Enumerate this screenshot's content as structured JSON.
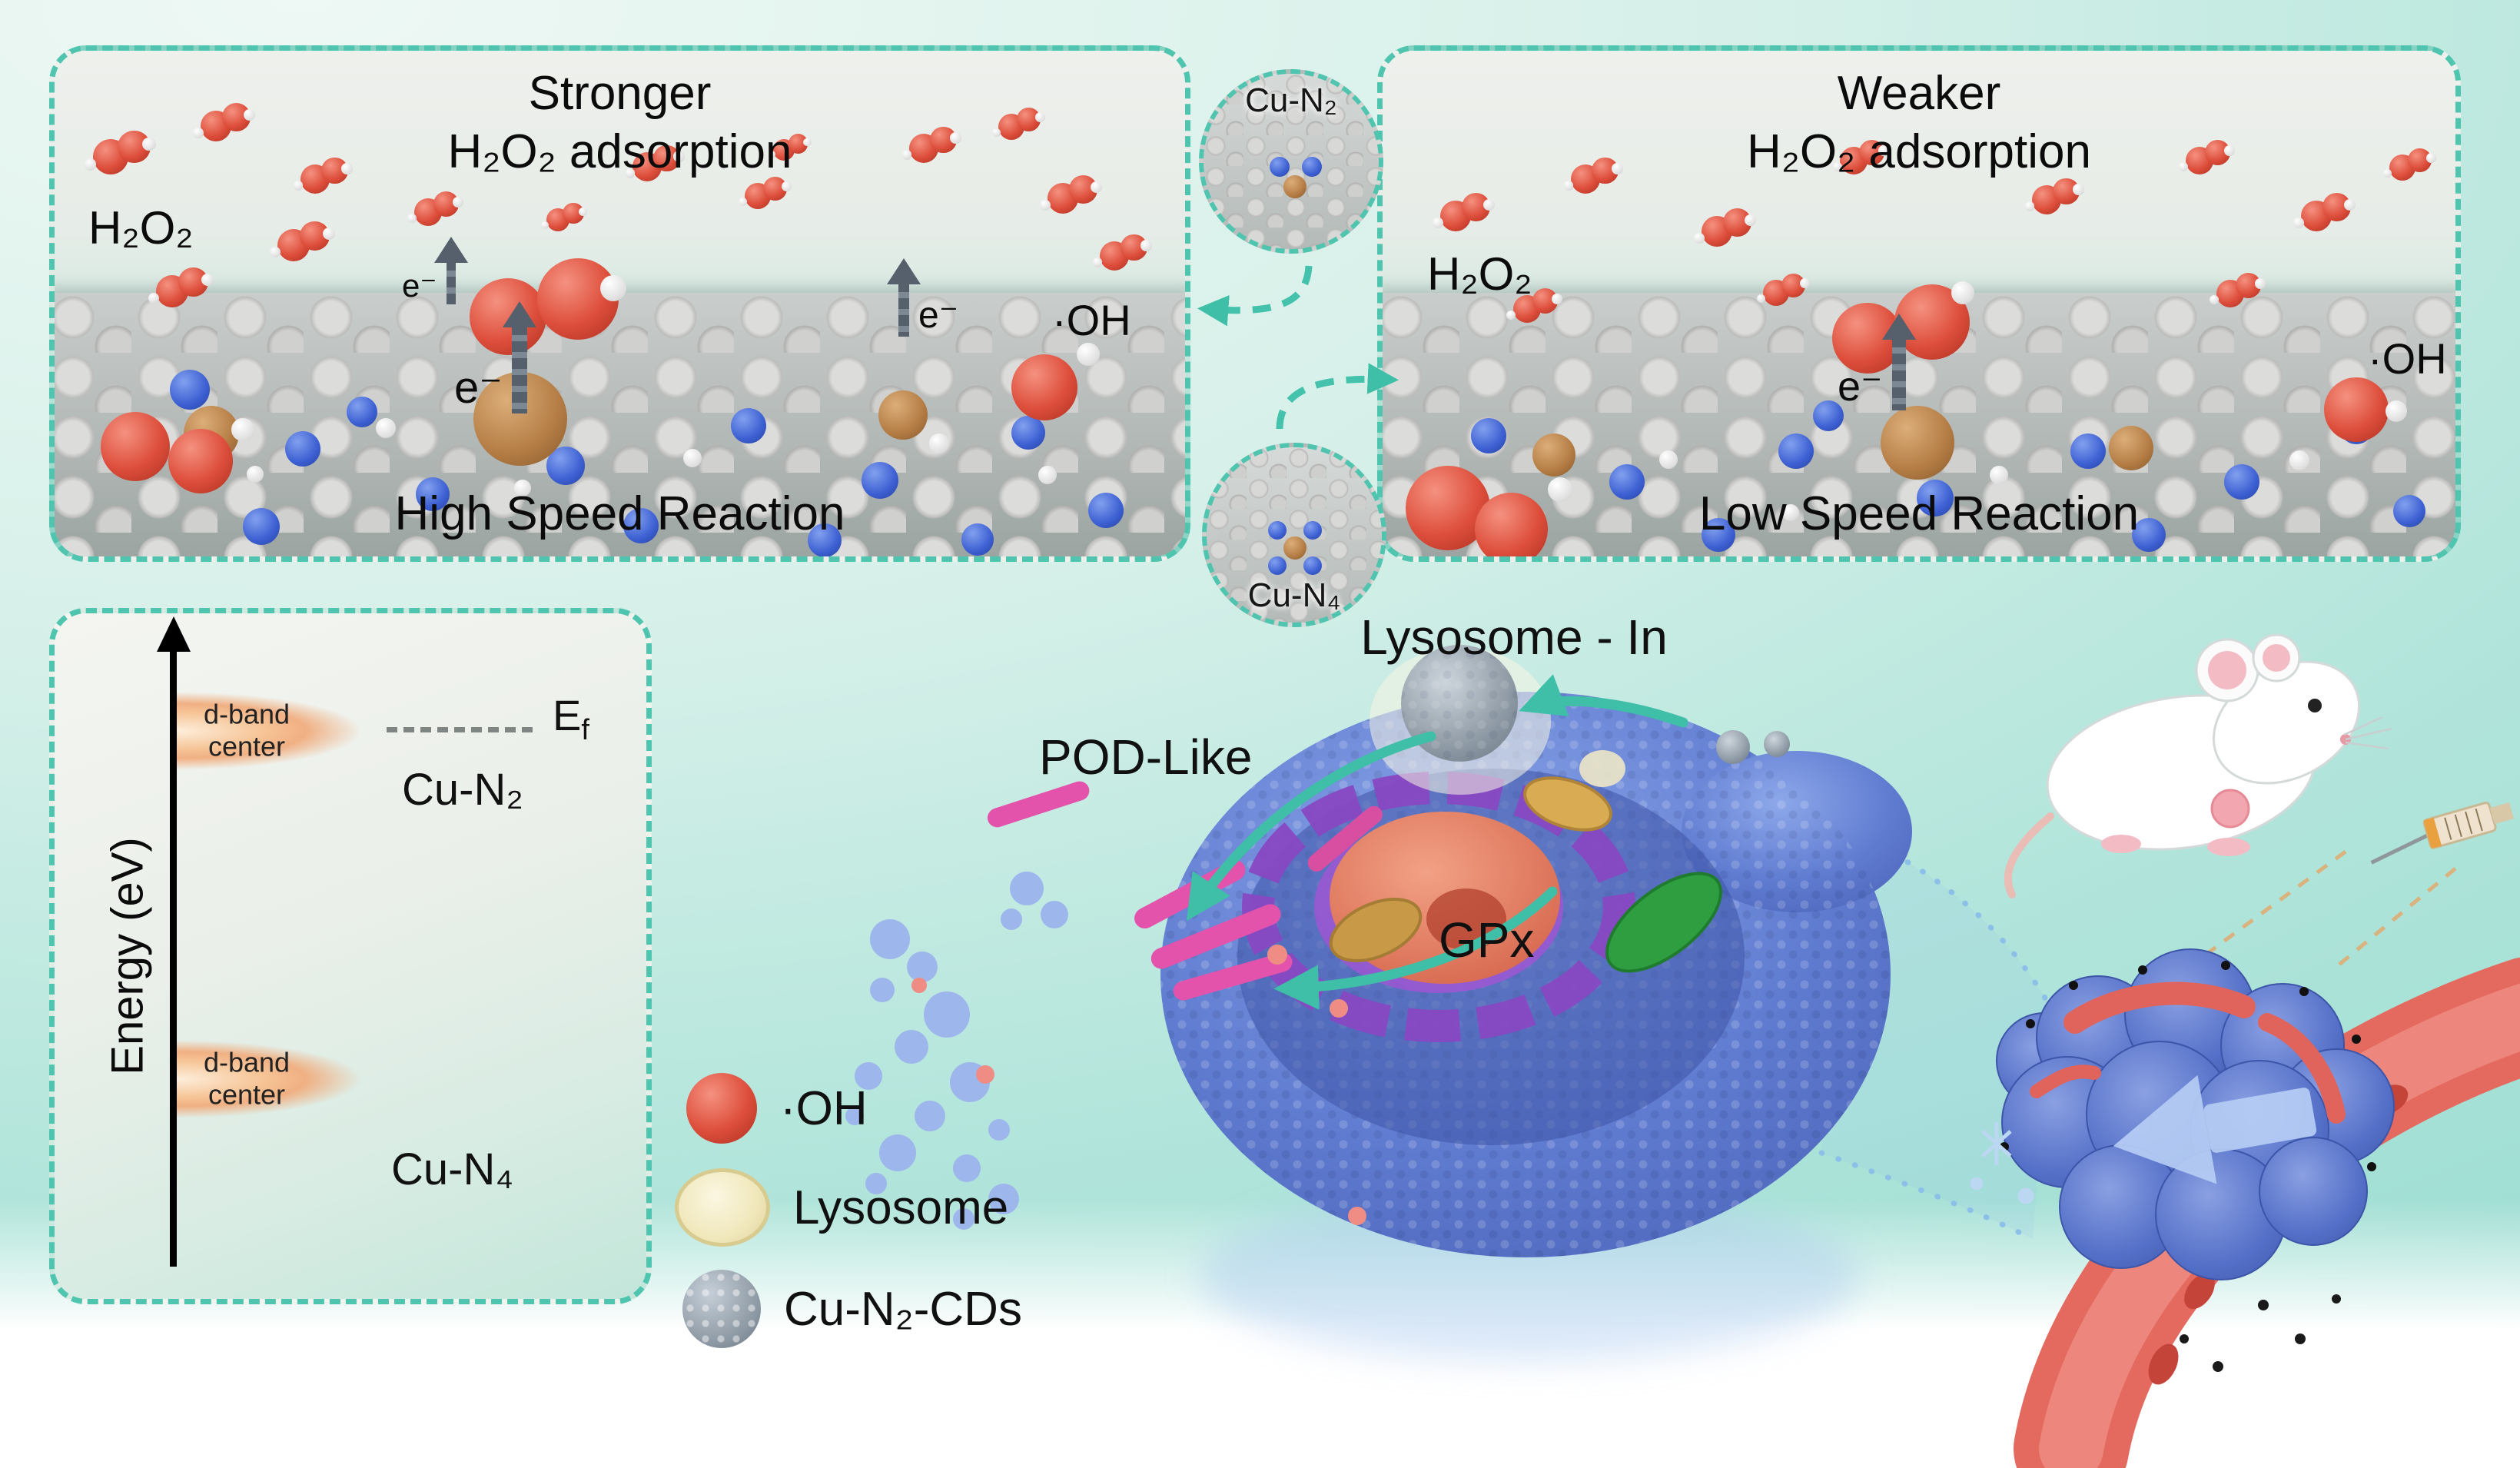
{
  "panel_stronger": {
    "title_line1": "Stronger",
    "title_line2": "H₂O₂ adsorption",
    "h2o2_label": "H₂O₂",
    "electron_label": "e⁻",
    "oh_label": "·OH",
    "caption": "High Speed Reaction"
  },
  "panel_weaker": {
    "title_line1": "Weaker",
    "title_line2": "H₂O₂ adsorption",
    "h2o2_label": "H₂O₂",
    "electron_label": "e⁻",
    "oh_label": "·OH",
    "caption": "Low Speed Reaction"
  },
  "insets": {
    "cu_n2": "Cu-N₂",
    "cu_n4": "Cu-N₄"
  },
  "energy_panel": {
    "axis_label": "Energy (eV)",
    "dband_line1": "d-band",
    "dband_line2": "center",
    "fermi_main": "E",
    "fermi_sub": "f",
    "cu_n2": "Cu-N₂",
    "cu_n4": "Cu-N₄"
  },
  "cell_labels": {
    "lysosome_in": "Lysosome - In",
    "pod_like": "POD-Like",
    "gpx": "GPx"
  },
  "legend": {
    "oh": "·OH",
    "lysosome": "Lysosome",
    "cds": "Cu-N₂-CDs"
  },
  "colors": {
    "panel_border": "#4fc4ae",
    "arrow_teal": "#3fbfa7",
    "oh_red": "#dd4e3b",
    "copper_brown": "#b47c44",
    "nitrogen_blue": "#3c5fd2",
    "dband_orange": "#f0b083",
    "vessel_red": "#e4695e",
    "tumor_blue": "#5570c8",
    "cell_blue": "#5f7bd0",
    "background_teal": "#a5e0d6"
  }
}
